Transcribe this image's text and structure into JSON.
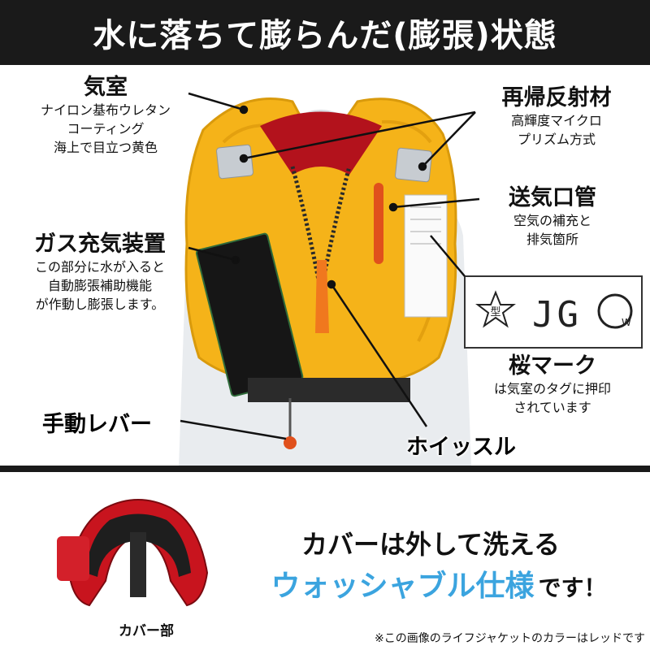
{
  "header": {
    "title": "水に落ちて膨らんだ(膨張)状態"
  },
  "callouts": {
    "air_chamber": {
      "heading": "気室",
      "lines": [
        "ナイロン基布ウレタン",
        "コーティング",
        "海上で目立つ黄色"
      ]
    },
    "reflector": {
      "heading": "再帰反射材",
      "lines": [
        "高輝度マイクロ",
        "プリズム方式"
      ]
    },
    "oral_tube": {
      "heading": "送気口管",
      "lines": [
        "空気の補充と",
        "排気箇所"
      ]
    },
    "gas_unit": {
      "heading": "ガス充気装置",
      "lines": [
        "この部分に水が入ると",
        "自動膨張補助機能",
        "が作動し膨張します。"
      ]
    },
    "sakura_mark": {
      "heading": "桜マーク",
      "lines": [
        "は気室のタグに押印",
        "されています"
      ]
    },
    "manual_lever": {
      "heading": "手動レバー"
    },
    "whistle": {
      "heading": "ホイッスル"
    }
  },
  "stamp": {
    "text": "JG",
    "small": "W",
    "kanji": "型"
  },
  "bottom": {
    "line1": "カバーは外して洗える",
    "line2_blue": "ウォッシャブル仕様",
    "line2_dark": "です！",
    "cover_label": "カバー部",
    "note": "※この画像のライフジャケットのカラーはレッドです"
  },
  "colors": {
    "vest_yellow": "#f5b319",
    "cover_red": "#c8141e",
    "accent_blue": "#3ba4df",
    "header_bg": "#1a1a1a"
  }
}
